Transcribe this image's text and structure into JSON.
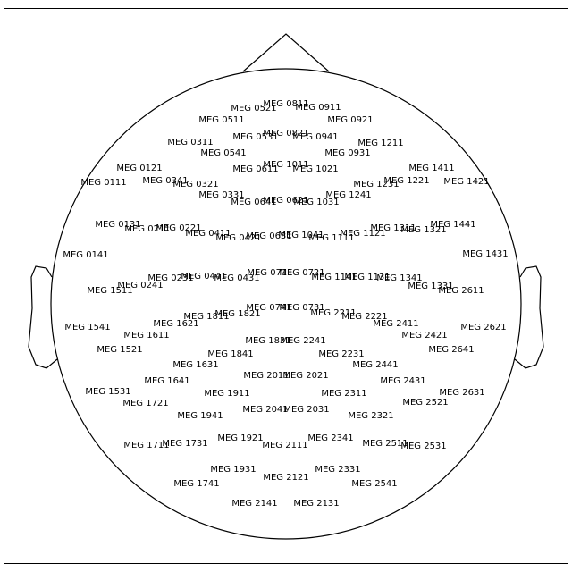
{
  "colors": {
    "outline": "#000000",
    "background": "#ffffff",
    "text": "#000000"
  },
  "sensors": [
    "MEG 0811",
    "MEG 0521",
    "MEG 0911",
    "MEG 0511",
    "MEG 0921",
    "MEG 0531",
    "MEG 0821",
    "MEG 0941",
    "MEG 0311",
    "MEG 1211",
    "MEG 0541",
    "MEG 0931",
    "MEG 0121",
    "MEG 1011",
    "MEG 0611",
    "MEG 1021",
    "MEG 1411",
    "MEG 0111",
    "MEG 0341",
    "MEG 0321",
    "MEG 1221",
    "MEG 1231",
    "MEG 1421",
    "MEG 0331",
    "MEG 1241",
    "MEG 0641",
    "MEG 0621",
    "MEG 1031",
    "MEG 0131",
    "MEG 0211",
    "MEG 0221",
    "MEG 0411",
    "MEG 1441",
    "MEG 1311",
    "MEG 1321",
    "MEG 0421",
    "MEG 0631",
    "MEG 1041",
    "MEG 1111",
    "MEG 1121",
    "MEG 0141",
    "MEG 1431",
    "MEG 0711",
    "MEG 0721",
    "MEG 0231",
    "MEG 0441",
    "MEG 0431",
    "MEG 1141",
    "MEG 1131",
    "MEG 1341",
    "MEG 0241",
    "MEG 1331",
    "MEG 1511",
    "MEG 2611",
    "MEG 0741",
    "MEG 0731",
    "MEG 1811",
    "MEG 1821",
    "MEG 2211",
    "MEG 2221",
    "MEG 1621",
    "MEG 2411",
    "MEG 1541",
    "MEG 2621",
    "MEG 1611",
    "MEG 2421",
    "MEG 1831",
    "MEG 2241",
    "MEG 1521",
    "MEG 2641",
    "MEG 1841",
    "MEG 2231",
    "MEG 1631",
    "MEG 2441",
    "MEG 2011",
    "MEG 2021",
    "MEG 1641",
    "MEG 2431",
    "MEG 1531",
    "MEG 1911",
    "MEG 2311",
    "MEG 2631",
    "MEG 1721",
    "MEG 2521",
    "MEG 2041",
    "MEG 2031",
    "MEG 1941",
    "MEG 2321",
    "MEG 1921",
    "MEG 2341",
    "MEG 1711",
    "MEG 1731",
    "MEG 2111",
    "MEG 2511",
    "MEG 2531",
    "MEG 1931",
    "MEG 2331",
    "MEG 2121",
    "MEG 1741",
    "MEG 2541",
    "MEG 2141",
    "MEG 2131"
  ]
}
